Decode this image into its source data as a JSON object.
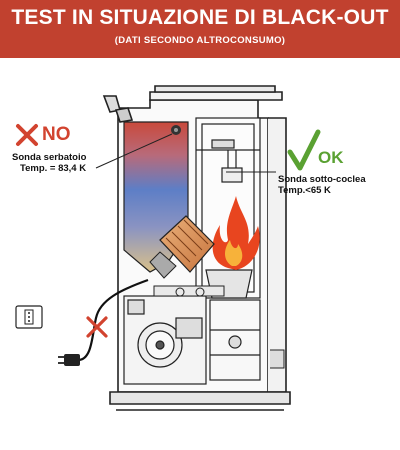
{
  "header": {
    "title": "TEST IN SITUAZIONE DI BLACK-OUT",
    "subtitle": "(DATI SECONDO ALTROCONSUMO)"
  },
  "left_probe": {
    "status": "NO",
    "name": "Sonda serbatoio",
    "temperature": "Temp. = 83,4 K"
  },
  "right_probe": {
    "status": "OK",
    "name": "Sonda sotto-coclea",
    "temperature": "Temp.<65 K"
  },
  "colors": {
    "banner": "#c1412f",
    "no": "#d2432f",
    "ok": "#5aa132",
    "outline": "#222222",
    "flame": "#e8451f"
  }
}
